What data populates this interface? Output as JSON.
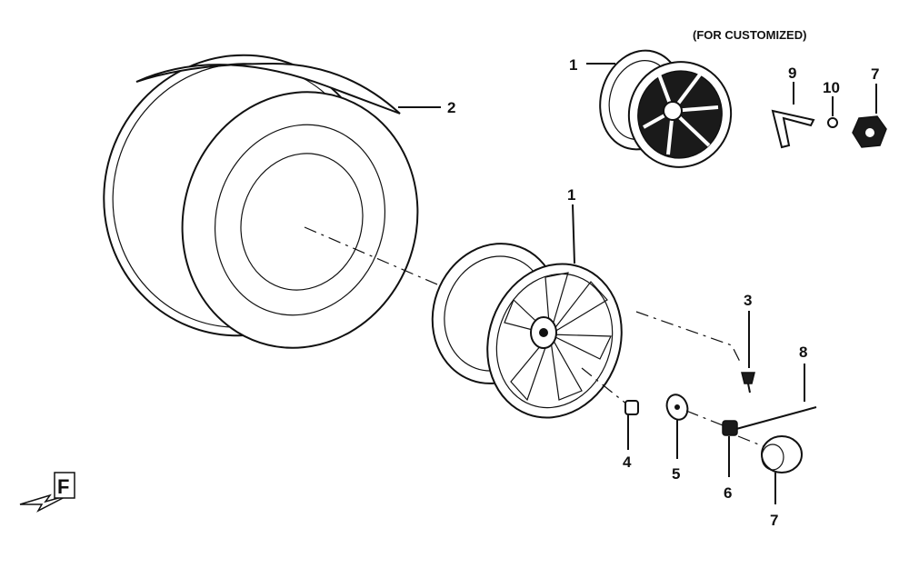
{
  "header": {
    "note": "(FOR CUSTOMIZED)"
  },
  "callouts": {
    "rim_custom": "1",
    "tire": "2",
    "rim_main": "1",
    "valve": "3",
    "nut": "4",
    "washer": "5",
    "castle_nut": "6",
    "hub_cap": "7",
    "cotter_pin": "8",
    "wrench": "9",
    "small_part": "10",
    "custom_cap": "7"
  },
  "direction_marker": {
    "letter": "F"
  }
}
